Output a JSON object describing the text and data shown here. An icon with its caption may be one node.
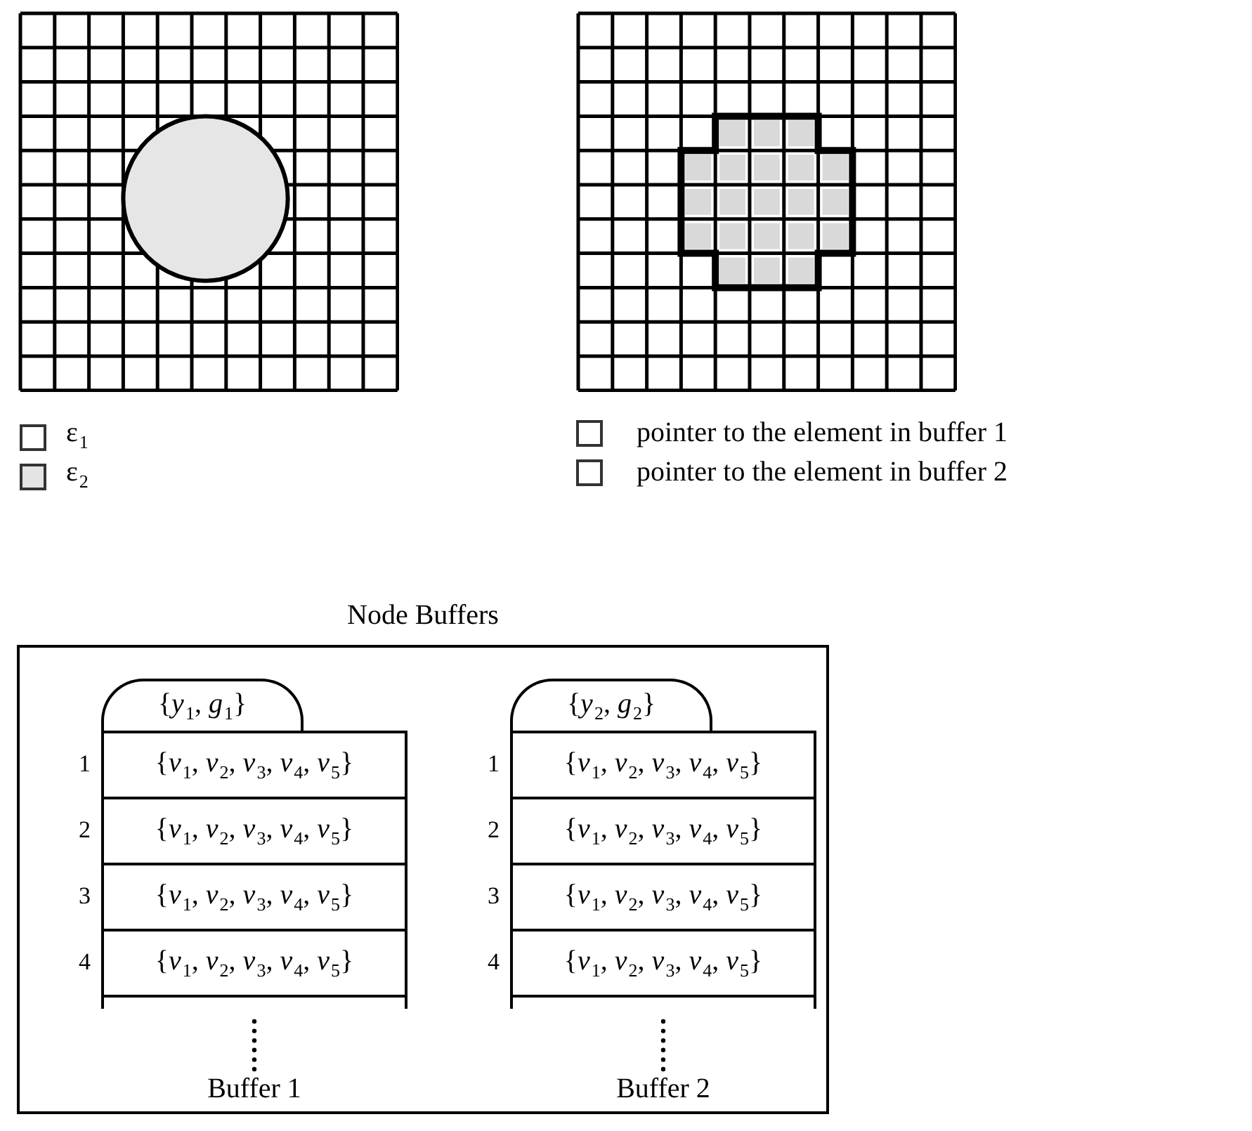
{
  "diagram": {
    "nodes": [
      {
        "text": [
          "Node Buffers"
        ]
      },
      {
        "text": [
          "{*y*$_{1}$, *g*$_{1}$}"
        ],
        "in": 0
      },
      {
        "text": [
          "{*v*$_{1}$, *v*$_{2}$, *v*$_{3}$, *v*$_{4}$, *v*$_{5}$}"
        ],
        "in": 0,
        "beside": [
          "1"
        ]
      },
      {
        "text": [
          "{*v*$_{1}$, *v*$_{2}$, *v*$_{3}$, *v*$_{4}$, *v*$_{5}$}"
        ],
        "in": 0,
        "beside": [
          "2"
        ]
      },
      {
        "text": [
          "{*v*$_{1}$, *v*$_{2}$, *v*$_{3}$, *v*$_{4}$, *v*$_{5}$}"
        ],
        "in": 0,
        "beside": [
          "3"
        ]
      },
      {
        "text": [
          "{*v*$_{1}$, *v*$_{2}$, *v*$_{3}$, *v*$_{4}$, *v*$_{5}$}"
        ],
        "in": 0,
        "beside": [
          "4"
        ]
      },
      {
        "text": [
          "{*y*$_{2}$, *g*$_{2}$}"
        ],
        "in": 0
      },
      {
        "text": [
          "{*v*$_{1}$, *v*$_{2}$, *v*$_{3}$, *v*$_{4}$, *v*$_{5}$}"
        ],
        "in": 0,
        "beside": [
          "1"
        ]
      },
      {
        "text": [
          "{*v*$_{1}$, *v*$_{2}$, *v*$_{3}$, *v*$_{4}$, *v*$_{5}$}"
        ],
        "in": 0,
        "beside": [
          "2"
        ]
      },
      {
        "text": [
          "{*v*$_{1}$, *v*$_{2}$, *v*$_{3}$, *v*$_{4}$, *v*$_{5}$}"
        ],
        "in": 0,
        "beside": [
          "3"
        ]
      },
      {
        "text": [
          "{*v*$_{1}$, *v*$_{2}$, *v*$_{3}$, *v*$_{4}$, *v*$_{5}$}"
        ],
        "in": 0,
        "beside": [
          "4"
        ]
      }
    ],
    "labels": [
      "Buffer 1",
      "Buffer 2"
    ],
    "legend": [
      {
        "text": "ε$_{1}$",
        "color": "#ffffff"
      },
      {
        "text": "ε$_{2}$",
        "color": "#e4e4e4"
      },
      {
        "text": "pointer to the element in buffer 1",
        "color": "#ffffff"
      },
      {
        "text": "pointer to the element in buffer 2",
        "color": "#ffffff"
      }
    ]
  }
}
